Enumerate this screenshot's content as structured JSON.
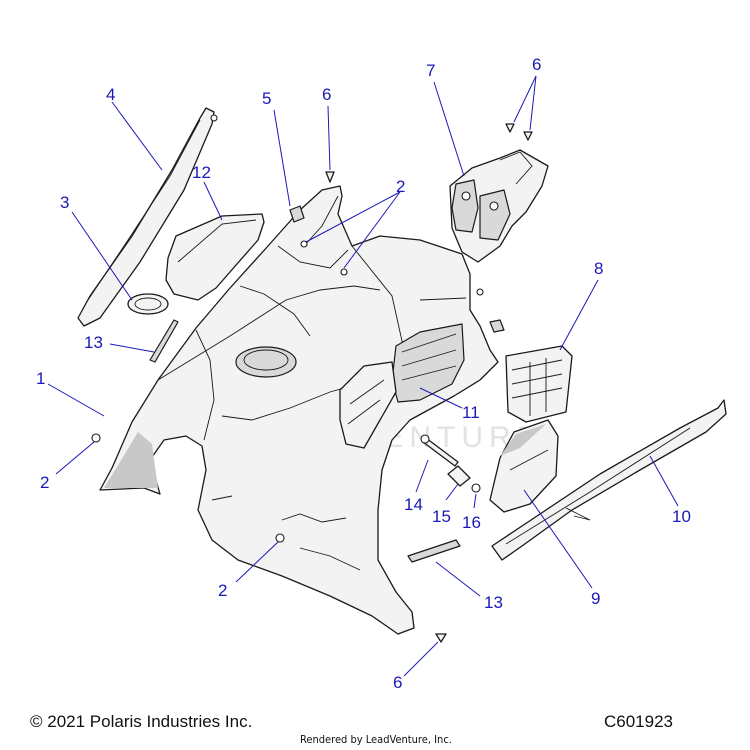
{
  "watermark": "LEADVENTURE",
  "callouts": [
    {
      "id": "c1",
      "label": "1"
    },
    {
      "id": "c2a",
      "label": "2"
    },
    {
      "id": "c2b",
      "label": "2"
    },
    {
      "id": "c2c",
      "label": "2"
    },
    {
      "id": "c3",
      "label": "3"
    },
    {
      "id": "c4",
      "label": "4"
    },
    {
      "id": "c5",
      "label": "5"
    },
    {
      "id": "c6a",
      "label": "6"
    },
    {
      "id": "c6b",
      "label": "6"
    },
    {
      "id": "c6c",
      "label": "6"
    },
    {
      "id": "c7",
      "label": "7"
    },
    {
      "id": "c8",
      "label": "8"
    },
    {
      "id": "c9",
      "label": "9"
    },
    {
      "id": "c10",
      "label": "10"
    },
    {
      "id": "c11",
      "label": "11"
    },
    {
      "id": "c12",
      "label": "12"
    },
    {
      "id": "c13a",
      "label": "13"
    },
    {
      "id": "c13b",
      "label": "13"
    },
    {
      "id": "c14",
      "label": "14"
    },
    {
      "id": "c15",
      "label": "15"
    },
    {
      "id": "c16",
      "label": "16"
    }
  ],
  "footer": {
    "copyright": "© 2021 Polaris Industries Inc.",
    "rendered_by": "Rendered by LeadVenture, Inc.",
    "diagram_code": "C601923"
  }
}
